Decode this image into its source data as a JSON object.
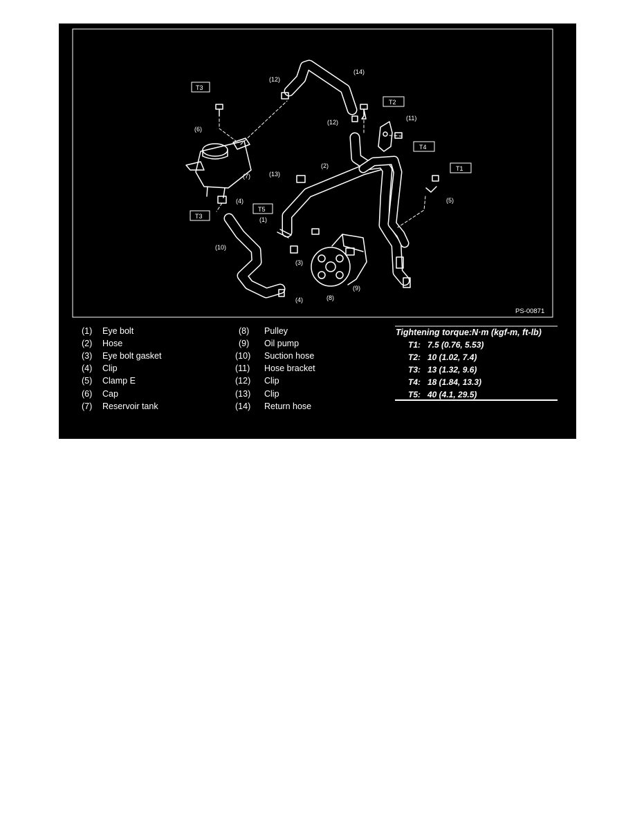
{
  "figure_id": "PS-00871",
  "callouts": {
    "c1": "(1)",
    "c2": "(2)",
    "c3": "(3)",
    "c4a": "(4)",
    "c4b": "(4)",
    "c5": "(5)",
    "c6": "(6)",
    "c7": "(7)",
    "c8": "(8)",
    "c9": "(9)",
    "c10": "(10)",
    "c11": "(11)",
    "c12a": "(12)",
    "c12b": "(12)",
    "c13": "(13)",
    "c14": "(14)"
  },
  "torque_tags": {
    "t1": "T1",
    "t2": "T2",
    "t3a": "T3",
    "t3b": "T3",
    "t4": "T4",
    "t5": "T5"
  },
  "legend": {
    "left": [
      {
        "num": "(1)",
        "name": "Eye bolt"
      },
      {
        "num": "(2)",
        "name": "Hose"
      },
      {
        "num": "(3)",
        "name": "Eye bolt gasket"
      },
      {
        "num": "(4)",
        "name": "Clip"
      },
      {
        "num": "(5)",
        "name": "Clamp E"
      },
      {
        "num": "(6)",
        "name": "Cap"
      },
      {
        "num": "(7)",
        "name": "Reservoir tank"
      }
    ],
    "right": [
      {
        "num": "(8)",
        "name": "Pulley"
      },
      {
        "num": "(9)",
        "name": "Oil pump"
      },
      {
        "num": "(10)",
        "name": "Suction hose"
      },
      {
        "num": "(11)",
        "name": "Hose bracket"
      },
      {
        "num": "(12)",
        "name": "Clip"
      },
      {
        "num": "(13)",
        "name": "Clip"
      },
      {
        "num": "(14)",
        "name": "Return hose"
      }
    ]
  },
  "torque": {
    "title": "Tightening torque:N·m (kgf-m, ft-lb)",
    "rows": [
      {
        "tag": "T1:",
        "value": "7.5 (0.76, 5.53)"
      },
      {
        "tag": "T2:",
        "value": "10 (1.02, 7.4)"
      },
      {
        "tag": "T3:",
        "value": "13 (1.32, 9.6)"
      },
      {
        "tag": "T4:",
        "value": "18 (1.84, 13.3)"
      },
      {
        "tag": "T5:",
        "value": "40 (4.1, 29.5)"
      }
    ]
  },
  "colors": {
    "background": "#000000",
    "foreground": "#ffffff",
    "page": "#ffffff"
  }
}
